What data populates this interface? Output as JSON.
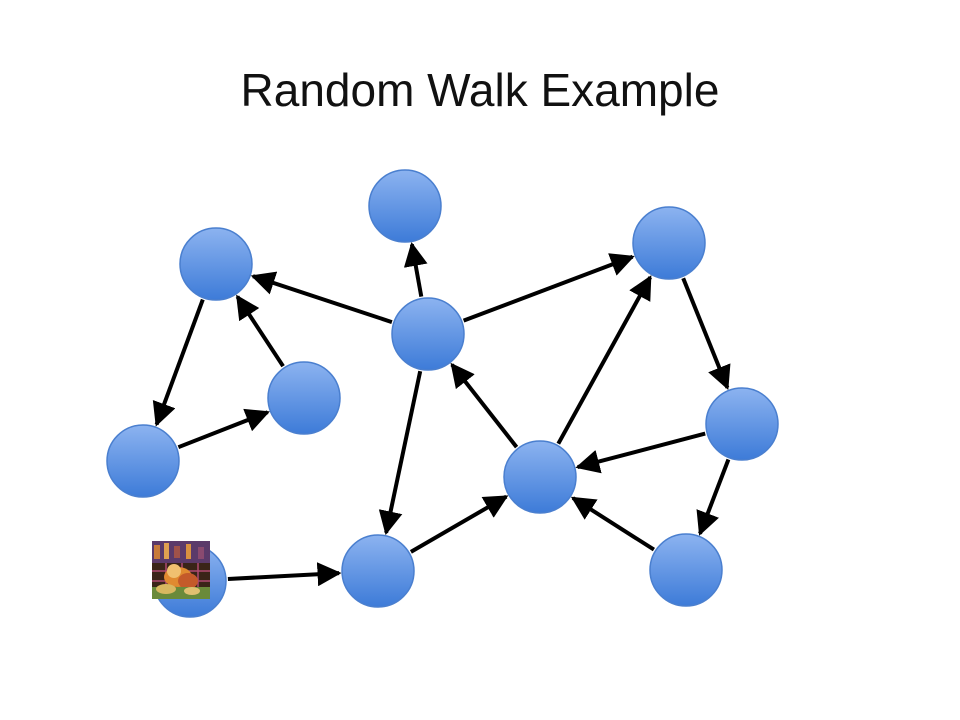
{
  "slide": {
    "title": "Random Walk Example"
  },
  "colors": {
    "node_fill_top": "#8cb3f0",
    "node_fill_bottom": "#3d7bd8",
    "node_stroke": "#4a7fcf",
    "edge": "#000000"
  },
  "graph": {
    "nodes": [
      {
        "id": "n-top"
      },
      {
        "id": "n-upper-left"
      },
      {
        "id": "n-upper-right"
      },
      {
        "id": "n-center"
      },
      {
        "id": "n-mid-left"
      },
      {
        "id": "n-right"
      },
      {
        "id": "n-lower-left"
      },
      {
        "id": "n-lower-center"
      },
      {
        "id": "n-start"
      },
      {
        "id": "n-bottom-center-left"
      },
      {
        "id": "n-bottom-right"
      }
    ],
    "edges": [
      {
        "from": "n-center",
        "to": "n-top"
      },
      {
        "from": "n-center",
        "to": "n-upper-left"
      },
      {
        "from": "n-center",
        "to": "n-upper-right"
      },
      {
        "from": "n-center",
        "to": "n-bottom-center-left"
      },
      {
        "from": "n-upper-left",
        "to": "n-lower-left"
      },
      {
        "from": "n-mid-left",
        "to": "n-upper-left"
      },
      {
        "from": "n-lower-left",
        "to": "n-mid-left"
      },
      {
        "from": "n-upper-right",
        "to": "n-right"
      },
      {
        "from": "n-right",
        "to": "n-lower-center"
      },
      {
        "from": "n-right",
        "to": "n-bottom-right"
      },
      {
        "from": "n-lower-center",
        "to": "n-center"
      },
      {
        "from": "n-lower-center",
        "to": "n-upper-right"
      },
      {
        "from": "n-bottom-right",
        "to": "n-lower-center"
      },
      {
        "from": "n-bottom-center-left",
        "to": "n-lower-center"
      },
      {
        "from": "n-start",
        "to": "n-bottom-center-left"
      }
    ],
    "walker_node": "n-start",
    "walker_icon": "walker-photo-icon"
  }
}
